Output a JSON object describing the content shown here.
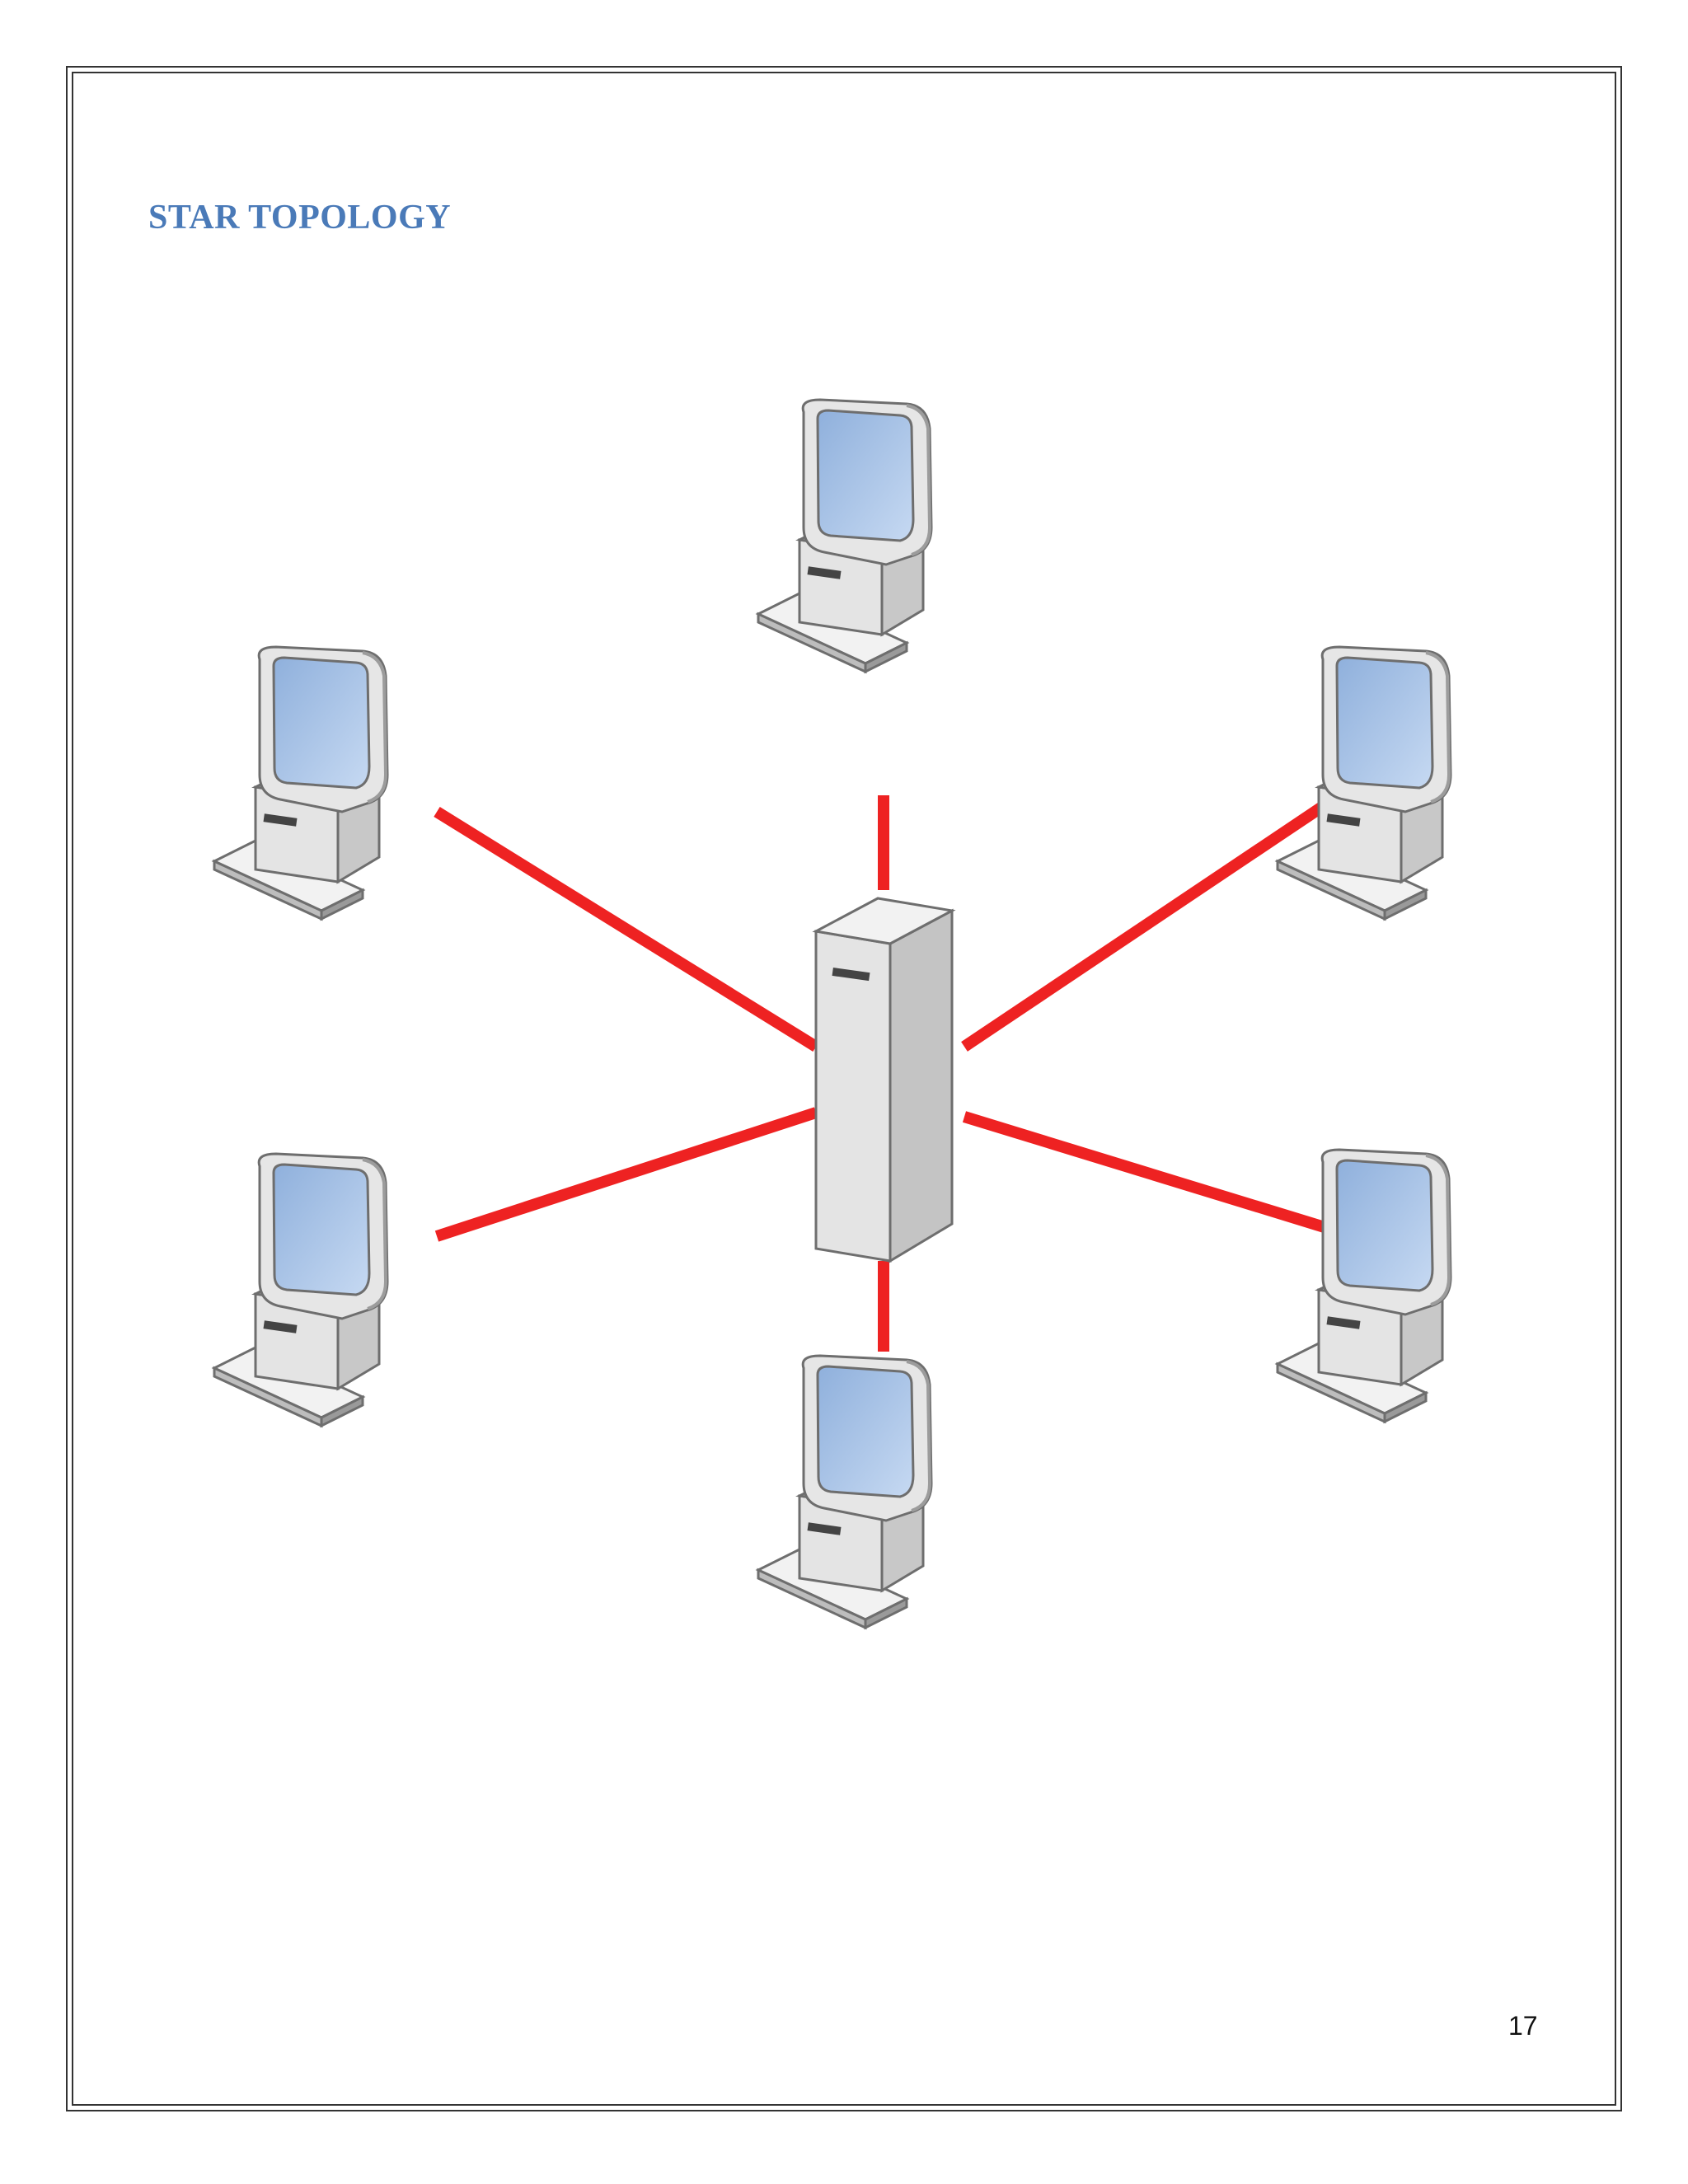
{
  "page": {
    "title": "STAR TOPOLOGY",
    "title_color": "#4a7ab8",
    "page_number": "17"
  },
  "diagram": {
    "type": "star-topology",
    "hub": {
      "name": "central-server",
      "icon": "server-tower-icon"
    },
    "nodes": [
      {
        "name": "computer-top",
        "icon": "computer-icon"
      },
      {
        "name": "computer-upper-left",
        "icon": "computer-icon"
      },
      {
        "name": "computer-upper-right",
        "icon": "computer-icon"
      },
      {
        "name": "computer-lower-left",
        "icon": "computer-icon"
      },
      {
        "name": "computer-lower-right",
        "icon": "computer-icon"
      },
      {
        "name": "computer-bottom",
        "icon": "computer-icon"
      }
    ],
    "link_color": "#ee2222",
    "screen_color": "#a8c4ea",
    "case_color": "#e4e4e4"
  }
}
